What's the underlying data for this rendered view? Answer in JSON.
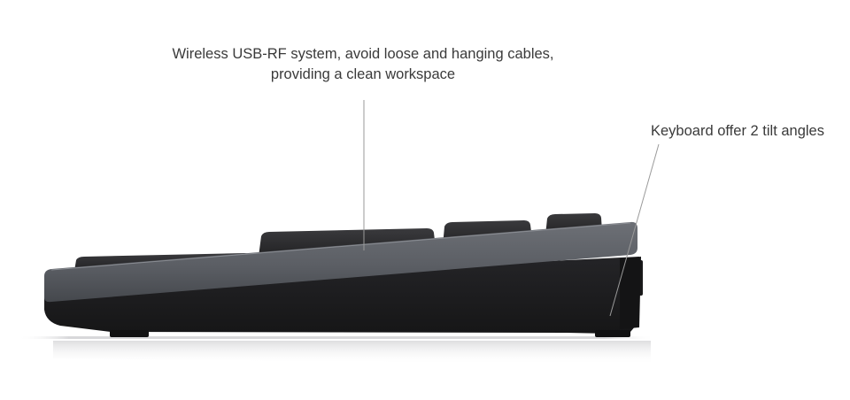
{
  "annotations": {
    "wireless": {
      "line1": "Wireless USB-RF system, avoid loose and hanging cables,",
      "line2": "providing a clean workspace"
    },
    "tilt": {
      "text": "Keyboard offer 2 tilt angles"
    }
  },
  "colors": {
    "keycap": "#2b2b2d",
    "top_panel": "#5f6167",
    "base": "#1c1c1e",
    "reflection": "#e6e6e8",
    "leader_line": "#9a9a9a",
    "text": "#3a3a3a"
  }
}
